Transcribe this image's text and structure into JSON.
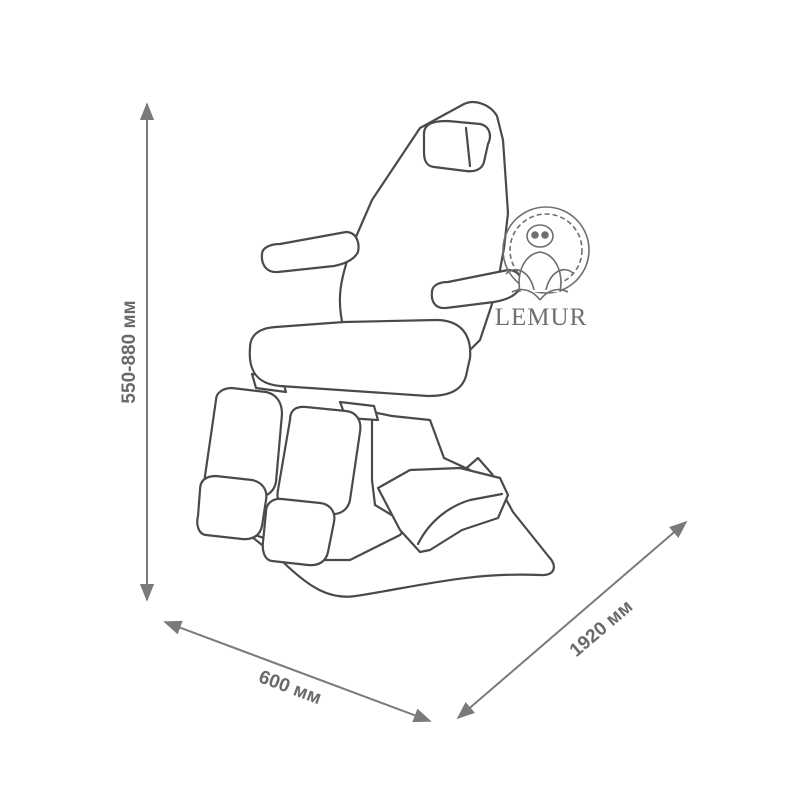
{
  "dimensions": {
    "height_label": "550-880 мм",
    "width_label": "600 мм",
    "length_label": "1920 мм"
  },
  "logo": {
    "text": "LEMUR"
  },
  "colors": {
    "outline": "#4a4a4a",
    "dimension": "#7a7a7a",
    "logo": "#6f6f6f",
    "background": "#ffffff"
  }
}
